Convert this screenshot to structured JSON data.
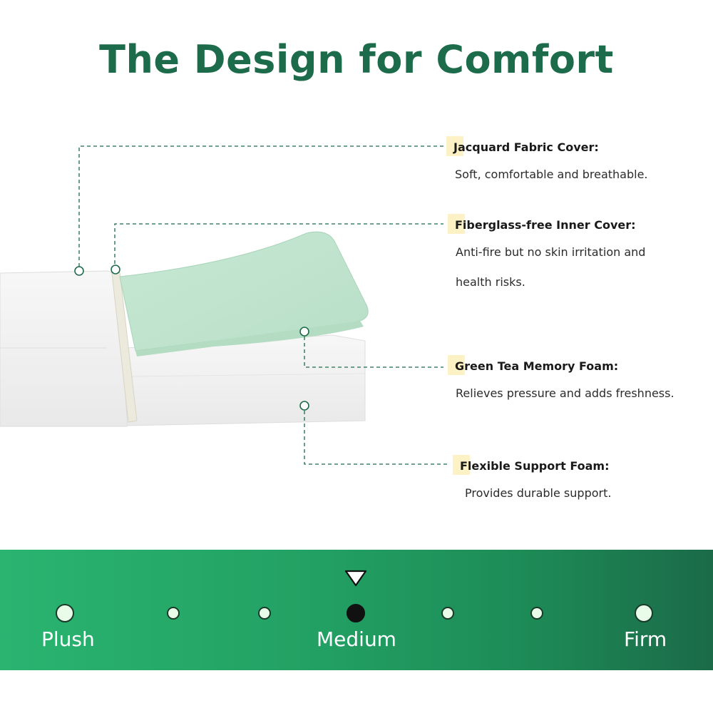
{
  "heading": "The Design for Comfort",
  "layers": [
    {
      "title": "Jacquard Fabric Cover:",
      "desc": [
        "Soft, comfortable and breathable."
      ]
    },
    {
      "title": "Fiberglass-free Inner Cover:",
      "desc": [
        "Anti-fire but no skin irritation and",
        "health risks."
      ]
    },
    {
      "title": "Green Tea Memory Foam:",
      "desc": [
        "Relieves pressure and adds freshness."
      ]
    },
    {
      "title": "Flexible Support Foam:",
      "desc": [
        "Provides durable support."
      ]
    }
  ],
  "firmness": {
    "labels": {
      "low": "Plush",
      "mid": "Medium",
      "high": "Firm"
    },
    "points": 7,
    "selected": 4
  },
  "colors": {
    "heading": "#1c6b4a",
    "foam_green": "#cdebd9",
    "leader_line": "#1c6b4a",
    "title_highlight": "#fdf1c6",
    "bar_start": "#2ab470",
    "bar_end": "#1b6a48"
  }
}
